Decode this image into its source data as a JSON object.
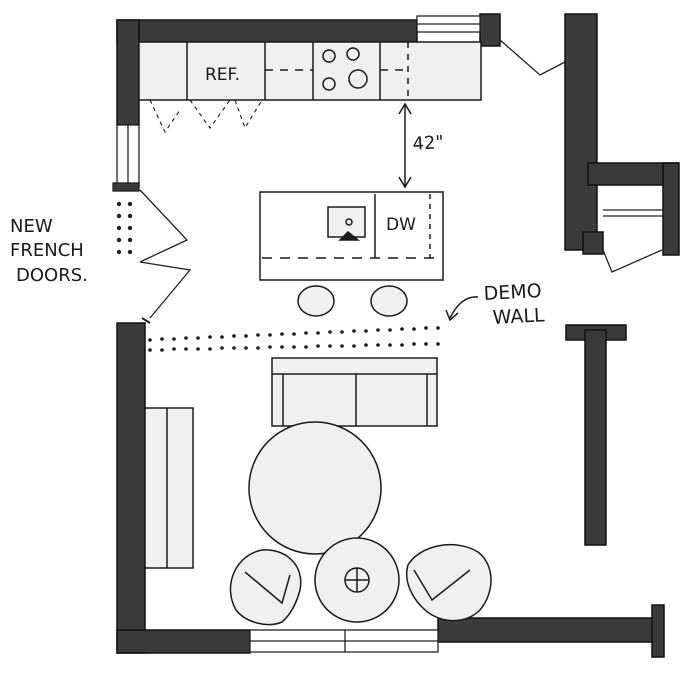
{
  "plan": {
    "labels": {
      "refrigerator": "REF.",
      "dishwasher": "DW",
      "clearance": "42\"",
      "doors_line1": "NEW",
      "doors_line2": "FRENCH",
      "doors_line3": "DOORS.",
      "demo_line1": "DEMO",
      "demo_line2": "WALL"
    },
    "colors": {
      "wall": "#3b3b3e",
      "ink": "#1a1a1a",
      "furniture_fill": "#f0f0ee",
      "paper": "#ffffff"
    }
  }
}
